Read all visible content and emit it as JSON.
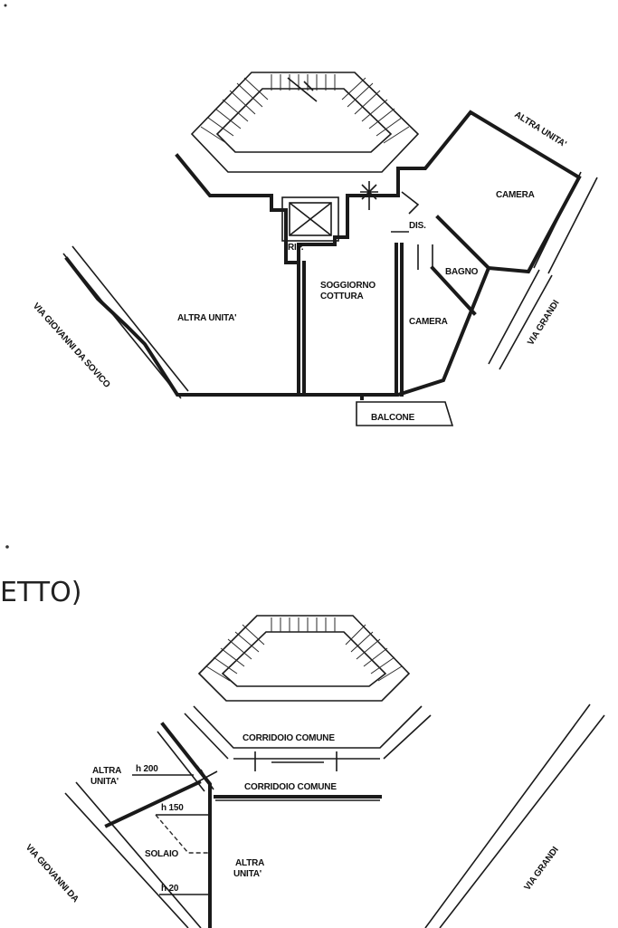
{
  "heading_fragment": "ETTO)",
  "upper_plan": {
    "rooms": {
      "camera_top": "CAMERA",
      "camera_bottom": "CAMERA",
      "bagno": "BAGNO",
      "dis": "DIS.",
      "rip": "RIP.",
      "soggiorno_line1": "SOGGIORNO",
      "soggiorno_line2": "COTTURA",
      "altra_unita_left": "ALTRA UNITA'",
      "balcone": "BALCONE"
    },
    "outside": {
      "altra_unita_top_right": "ALTRA UNITA'",
      "via_grandi": "VIA GRANDI",
      "via_giovanni": "VIA GIOVANNI DA SOVICO"
    }
  },
  "lower_plan": {
    "rooms": {
      "corridoio_1": "CORRIDOIO COMUNE",
      "corridoio_2": "CORRIDOIO COMUNE",
      "altra_line1": "ALTRA",
      "altra_line2": "UNITA'",
      "h200": "h 200",
      "h150": "h 150",
      "h20": "h 20",
      "solaio": "SOLAIO",
      "altra_center_line1": "ALTRA",
      "altra_center_line2": "UNITA'"
    },
    "outside": {
      "via_grandi": "VIA GRANDI",
      "via_giovanni": "VIA GIOVANNI DA"
    }
  }
}
